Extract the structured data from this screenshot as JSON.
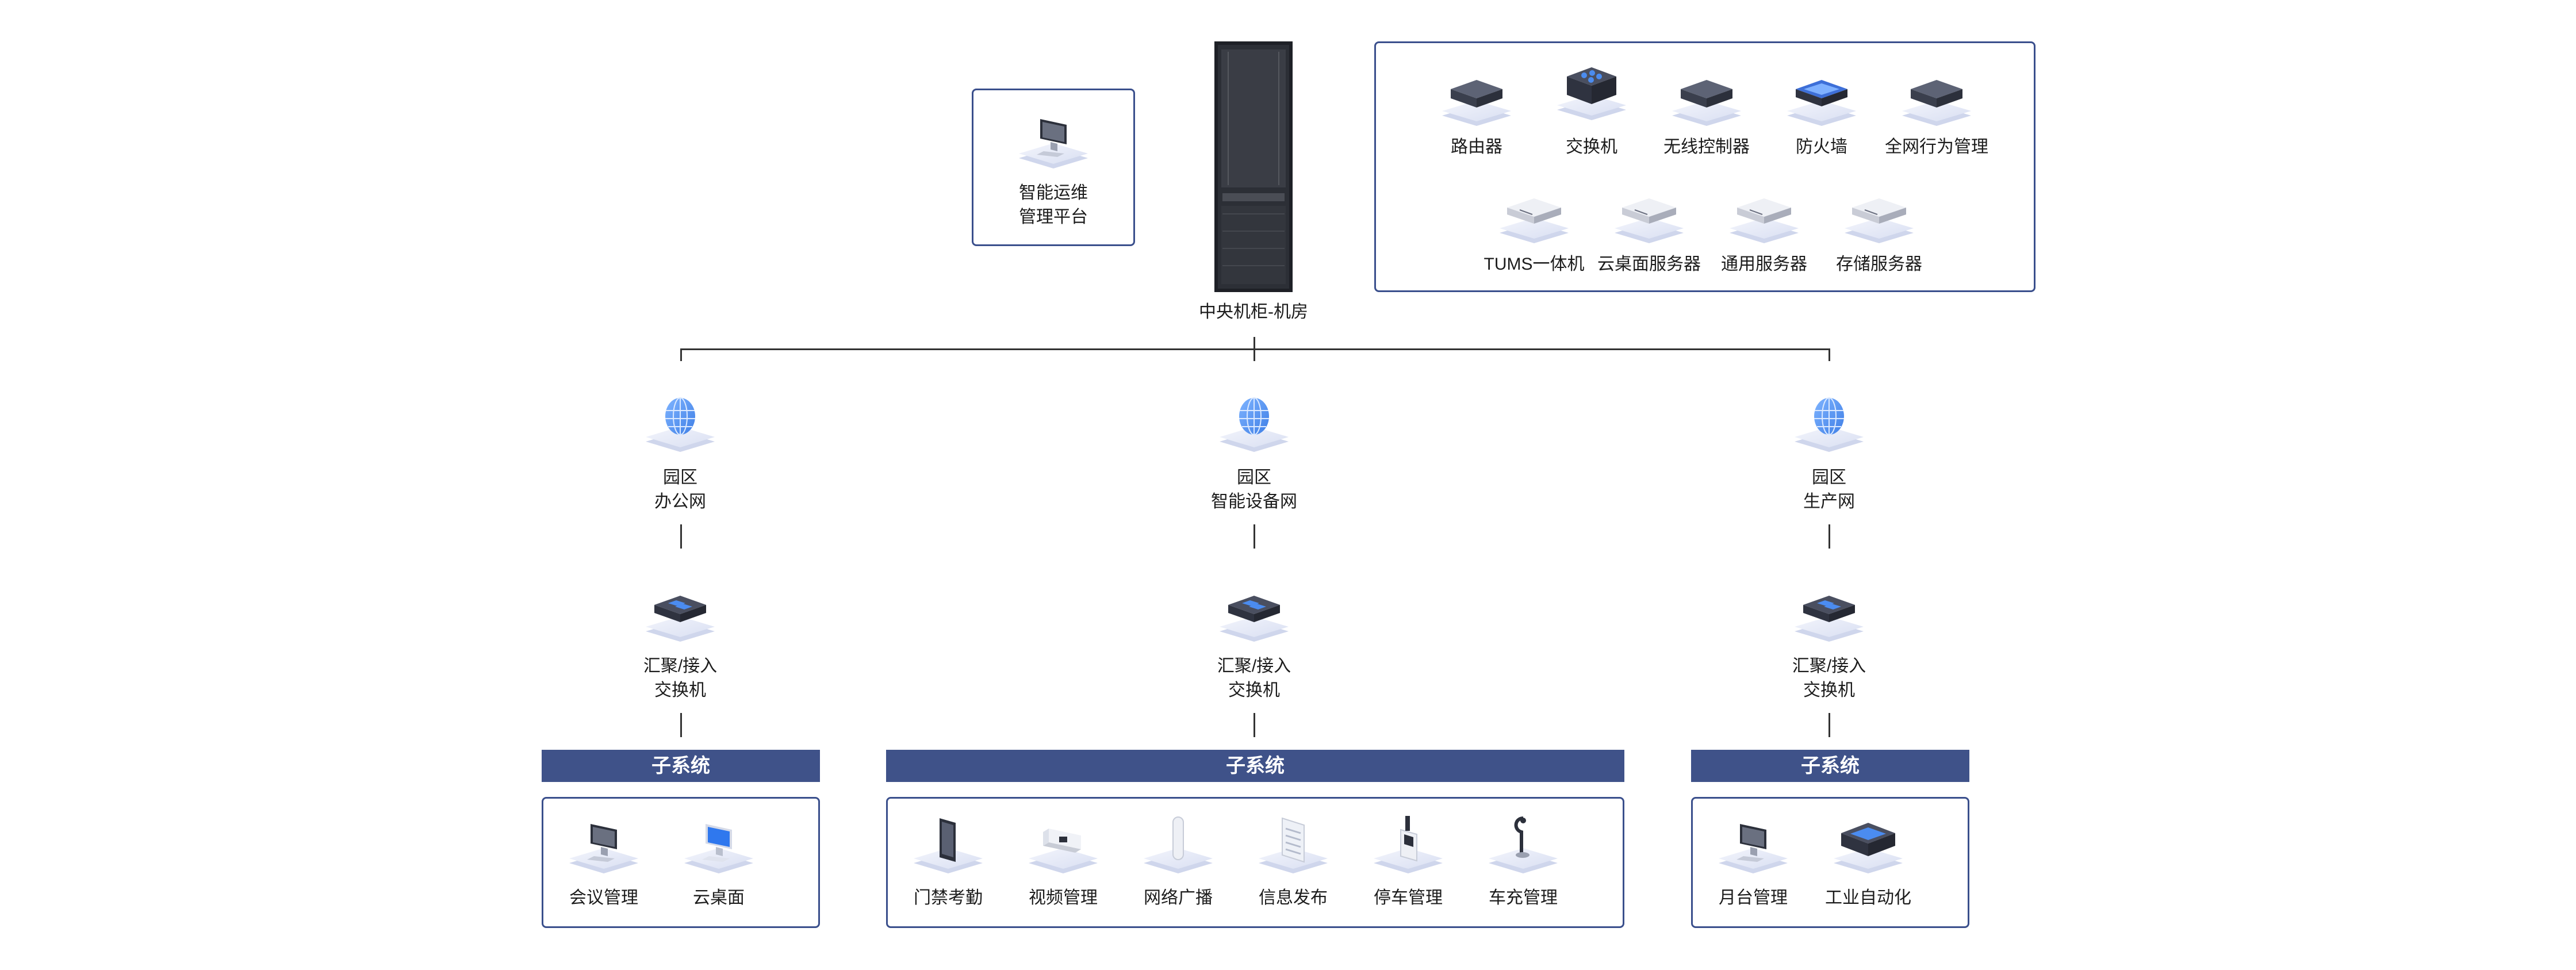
{
  "central": {
    "ops_platform": [
      "智能运维",
      "管理平台"
    ],
    "cabinet_label": "中央机柜-机房",
    "devices": [
      "路由器",
      "交换机",
      "无线控制器",
      "防火墙",
      "全网行为管理"
    ],
    "servers": [
      "TUMS一体机",
      "云桌面服务器",
      "通用服务器",
      "存储服务器"
    ]
  },
  "networks": [
    {
      "name": [
        "园区",
        "办公网"
      ],
      "switch": [
        "汇聚/接入",
        "交换机"
      ],
      "subsystem_title": "子系统",
      "items": [
        "会议管理",
        "云桌面"
      ]
    },
    {
      "name": [
        "园区",
        "智能设备网"
      ],
      "switch": [
        "汇聚/接入",
        "交换机"
      ],
      "subsystem_title": "子系统",
      "items": [
        "门禁考勤",
        "视频管理",
        "网络广播",
        "信息发布",
        "停车管理",
        "车充管理"
      ]
    },
    {
      "name": [
        "园区",
        "生产网"
      ],
      "switch": [
        "汇聚/接入",
        "交换机"
      ],
      "subsystem_title": "子系统",
      "items": [
        "月台管理",
        "工业自动化"
      ]
    }
  ],
  "colors": {
    "accent": "#3f5289",
    "border": "#3a4f8c",
    "platform_light": "#e8ecf8",
    "device_dark": "#444a5c",
    "device_blue": "#4b8cf0"
  }
}
